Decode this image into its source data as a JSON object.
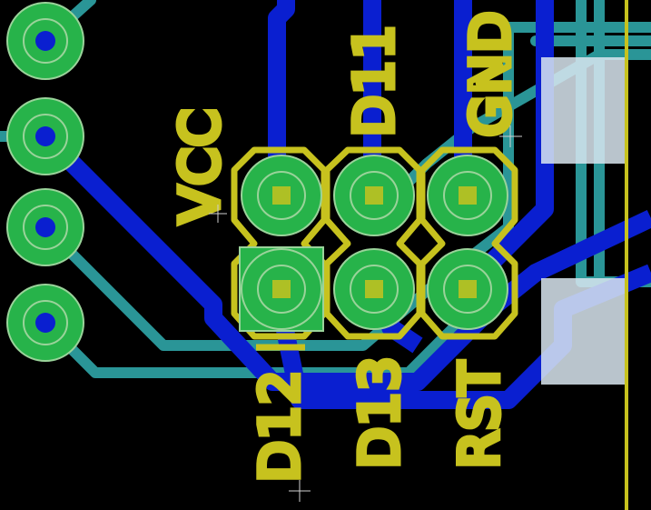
{
  "labels": {
    "vcc": "VCC",
    "d11": "D11",
    "gnd": "GND",
    "d12": "D12",
    "d13": "D13",
    "rst": "RST"
  },
  "colors": {
    "background": "#000000",
    "top_trace": "#0a1fd0",
    "bottom_trace": "#2fa6a8",
    "silkscreen": "#c7c21e",
    "pad": "#27b34a",
    "pad_center": "#c7c21e",
    "smd_pad": "#d9e6f0"
  }
}
